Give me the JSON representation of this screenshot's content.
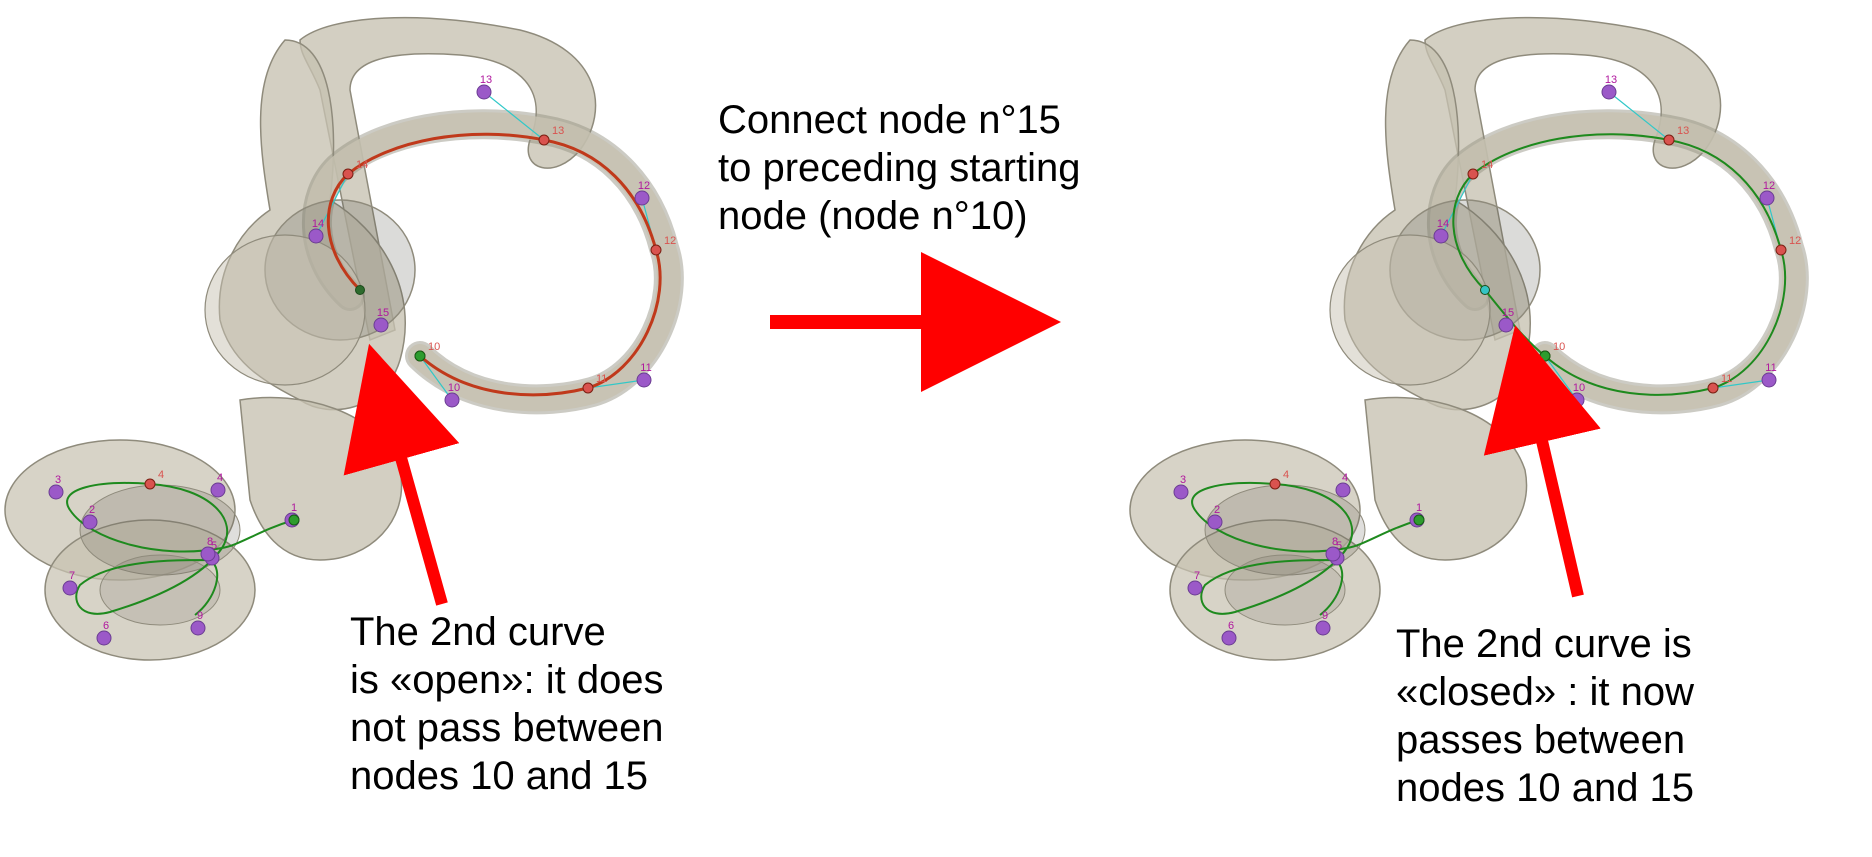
{
  "caption_top": {
    "lines": [
      "Connect node n°15",
      "to preceding starting",
      "node (node n°10)"
    ]
  },
  "caption_left": {
    "lines": [
      "The 2nd curve",
      "is «open»: it does",
      "not pass between",
      "nodes 10 and 15"
    ]
  },
  "caption_right": {
    "lines": [
      "The 2nd curve is",
      "«closed» : it now",
      "passes between",
      "nodes 10 and 15"
    ]
  },
  "colors": {
    "bone": "#c7c2b1",
    "bone_edge": "#8f8b7c",
    "dark_shade": "#5d5a50",
    "curve_open": "#c0391b",
    "curve_closed": "#1e8a1e",
    "curve_cochlea": "#1e8a1e",
    "control_node": "#9b59c8",
    "curve_node": "#d9534f",
    "start_node": "#2e9c2e",
    "guide_line": "#30c8c8",
    "arrow": "#ff0000"
  },
  "panels": [
    {
      "id": "open",
      "control_nodes": [
        {
          "label": "1"
        },
        {
          "label": "2"
        },
        {
          "label": "3"
        },
        {
          "label": "4"
        },
        {
          "label": "5"
        },
        {
          "label": "6"
        },
        {
          "label": "7"
        },
        {
          "label": "8"
        },
        {
          "label": "9"
        },
        {
          "label": "10"
        },
        {
          "label": "11"
        },
        {
          "label": "12"
        },
        {
          "label": "13"
        },
        {
          "label": "14"
        },
        {
          "label": "15"
        }
      ],
      "curve_nodes": [
        {
          "label": "4"
        },
        {
          "label": "10"
        },
        {
          "label": "11"
        },
        {
          "label": "12"
        },
        {
          "label": "13"
        },
        {
          "label": "14"
        }
      ]
    },
    {
      "id": "closed",
      "control_nodes": [
        {
          "label": "1"
        },
        {
          "label": "2"
        },
        {
          "label": "3"
        },
        {
          "label": "4"
        },
        {
          "label": "5"
        },
        {
          "label": "6"
        },
        {
          "label": "7"
        },
        {
          "label": "8"
        },
        {
          "label": "9"
        },
        {
          "label": "10"
        },
        {
          "label": "11"
        },
        {
          "label": "12"
        },
        {
          "label": "13"
        },
        {
          "label": "14"
        },
        {
          "label": "15"
        }
      ],
      "curve_nodes": [
        {
          "label": "4"
        },
        {
          "label": "10"
        },
        {
          "label": "11"
        },
        {
          "label": "12"
        },
        {
          "label": "13"
        },
        {
          "label": "14"
        }
      ]
    }
  ]
}
